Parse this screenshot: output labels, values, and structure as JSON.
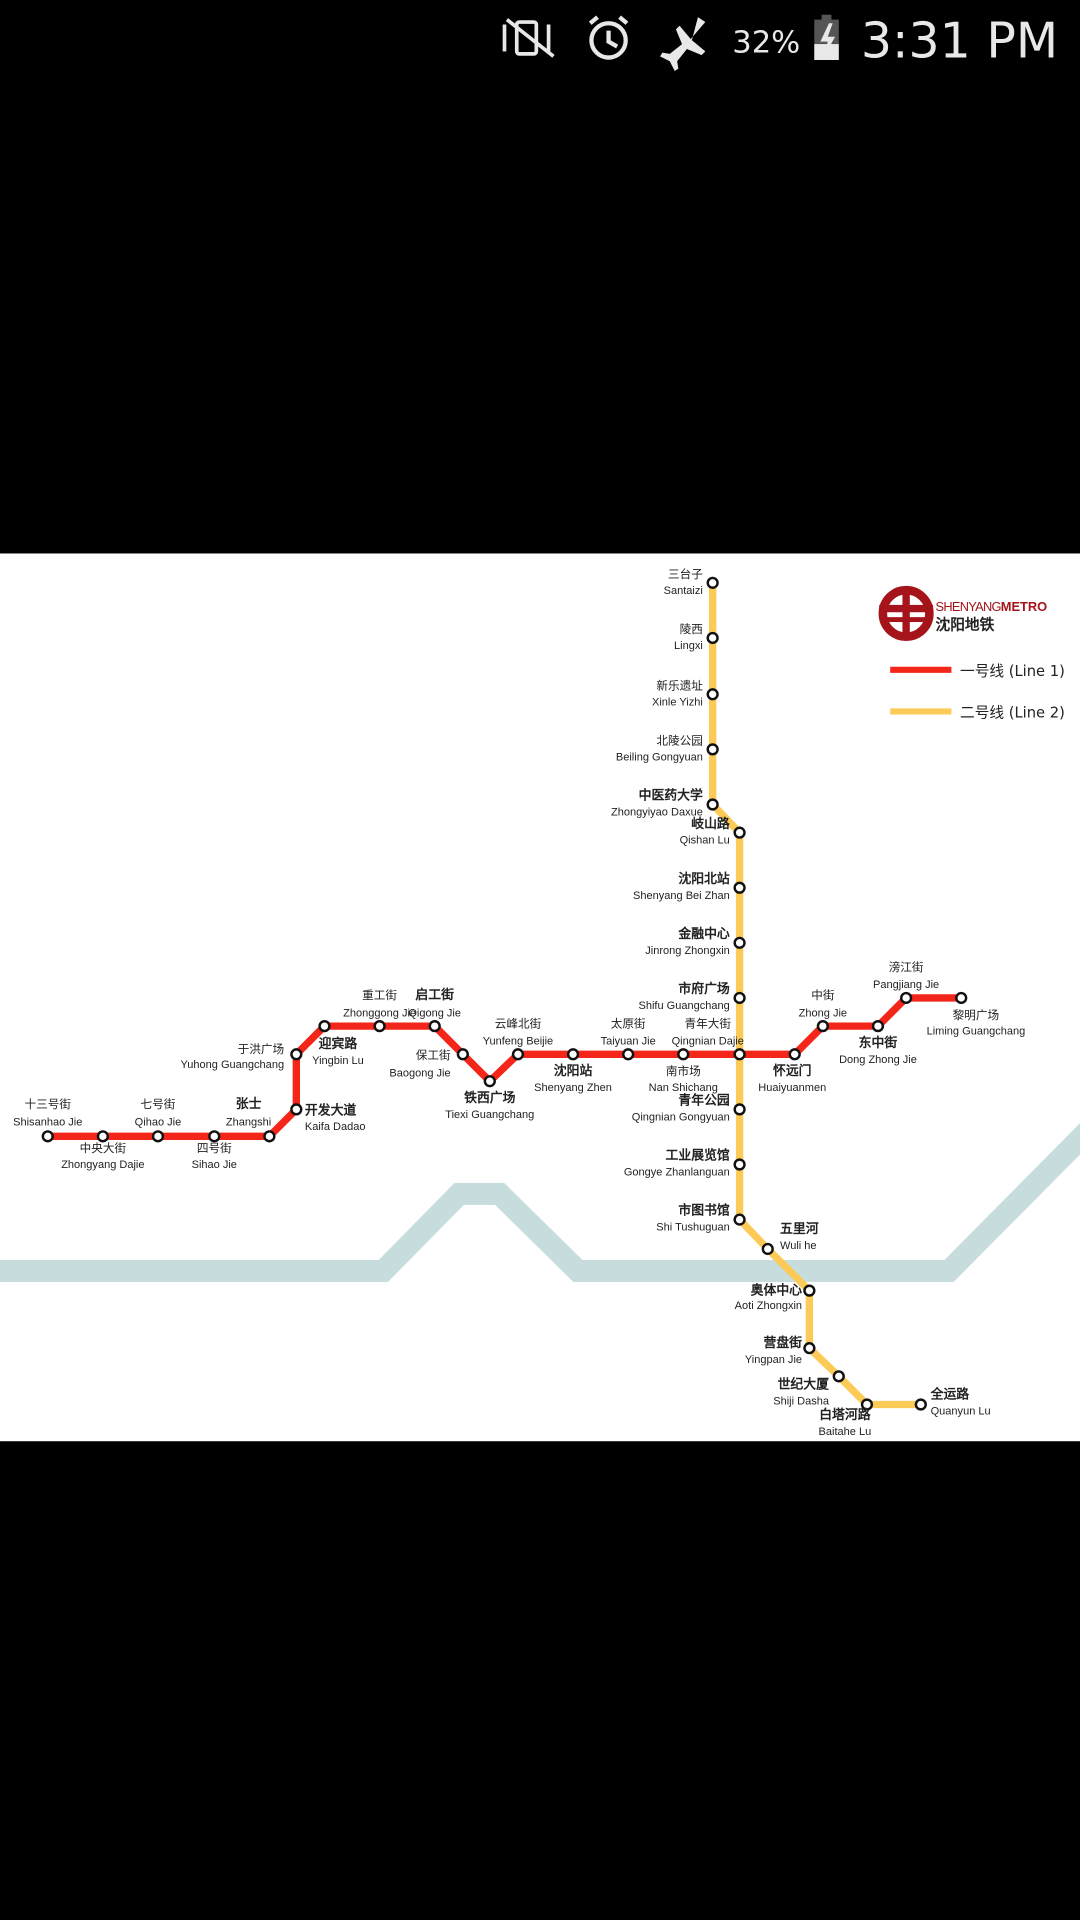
{
  "status_bar": {
    "icons": [
      "vibrate-mute-icon",
      "alarm-icon",
      "airplane-mode-icon",
      "battery-charging-icon"
    ],
    "battery": "32%",
    "time": "3:31 PM"
  },
  "map": {
    "colors": {
      "line1": "#f4261a",
      "line2": "#fccb57",
      "river": "#c6dcdd",
      "background": "#ffffff",
      "logo": "#a5141a"
    },
    "logo": {
      "text_en_light": "SHENYANG",
      "text_en_bold": "METRO",
      "text_cn": "沈阳地铁"
    },
    "legend": [
      {
        "label": "一号线 (Line 1)",
        "color": "#f4261a"
      },
      {
        "label": "二号线 (Line 2)",
        "color": "#fccb57"
      }
    ],
    "line1_stations": [
      {
        "cn": "十三号街",
        "en": "Shisanhao Jie"
      },
      {
        "cn": "中央大街",
        "en": "Zhongyang Dajie"
      },
      {
        "cn": "七号街",
        "en": "Qihao Jie"
      },
      {
        "cn": "四号街",
        "en": "Sihao Jie"
      },
      {
        "cn": "张士",
        "en": "Zhangshi"
      },
      {
        "cn": "开发大道",
        "en": "Kaifa Dadao"
      },
      {
        "cn": "于洪广场",
        "en": "Yuhong Guangchang"
      },
      {
        "cn": "迎宾路",
        "en": "Yingbin Lu"
      },
      {
        "cn": "重工街",
        "en": "Zhonggong Jie"
      },
      {
        "cn": "启工街",
        "en": "Qigong Jie"
      },
      {
        "cn": "保工街",
        "en": "Baogong Jie"
      },
      {
        "cn": "铁西广场",
        "en": "Tiexi Guangchang"
      },
      {
        "cn": "云峰北街",
        "en": "Yunfeng Beijie"
      },
      {
        "cn": "沈阳站",
        "en": "Shenyang Zhen"
      },
      {
        "cn": "太原街",
        "en": "Taiyuan Jie"
      },
      {
        "cn": "南市场",
        "en": "Nan Shichang"
      },
      {
        "cn": "青年大街",
        "en": "Qingnian Dajie"
      },
      {
        "cn": "怀远门",
        "en": "Huaiyuanmen"
      },
      {
        "cn": "中街",
        "en": "Zhong Jie"
      },
      {
        "cn": "东中街",
        "en": "Dong Zhong Jie"
      },
      {
        "cn": "滂江街",
        "en": "Pangjiang Jie"
      },
      {
        "cn": "黎明广场",
        "en": "Liming Guangchang"
      }
    ],
    "line2_stations": [
      {
        "cn": "三台子",
        "en": "Santaizi"
      },
      {
        "cn": "陵西",
        "en": "Lingxi"
      },
      {
        "cn": "新乐遗址",
        "en": "Xinle Yizhi"
      },
      {
        "cn": "北陵公园",
        "en": "Beiling Gongyuan"
      },
      {
        "cn": "中医药大学",
        "en": "Zhongyiyao Daxue"
      },
      {
        "cn": "岐山路",
        "en": "Qishan Lu"
      },
      {
        "cn": "沈阳北站",
        "en": "Shenyang Bei Zhan"
      },
      {
        "cn": "金融中心",
        "en": "Jinrong Zhongxin"
      },
      {
        "cn": "市府广场",
        "en": "Shifu Guangchang"
      },
      {
        "cn": "青年公园",
        "en": "Qingnian Gongyuan"
      },
      {
        "cn": "工业展览馆",
        "en": "Gongye Zhanlanguan"
      },
      {
        "cn": "市图书馆",
        "en": "Shi Tushuguan"
      },
      {
        "cn": "五里河",
        "en": "Wuli he"
      },
      {
        "cn": "奥体中心",
        "en": "Aoti Zhongxin"
      },
      {
        "cn": "营盘街",
        "en": "Yingpan Jie"
      },
      {
        "cn": "世纪大厦",
        "en": "Shiji Dasha"
      },
      {
        "cn": "白塔河路",
        "en": "Baitahe Lu"
      },
      {
        "cn": "全运路",
        "en": "Quanyun Lu"
      }
    ]
  }
}
